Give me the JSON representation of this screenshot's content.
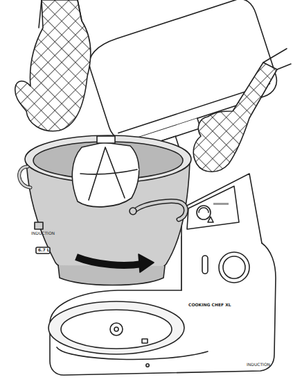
{
  "diagram": {
    "labels": [
      "INDUCTION",
      "6.7 L",
      "COOKING CHEF XL",
      "INDUCTION"
    ]
  }
}
